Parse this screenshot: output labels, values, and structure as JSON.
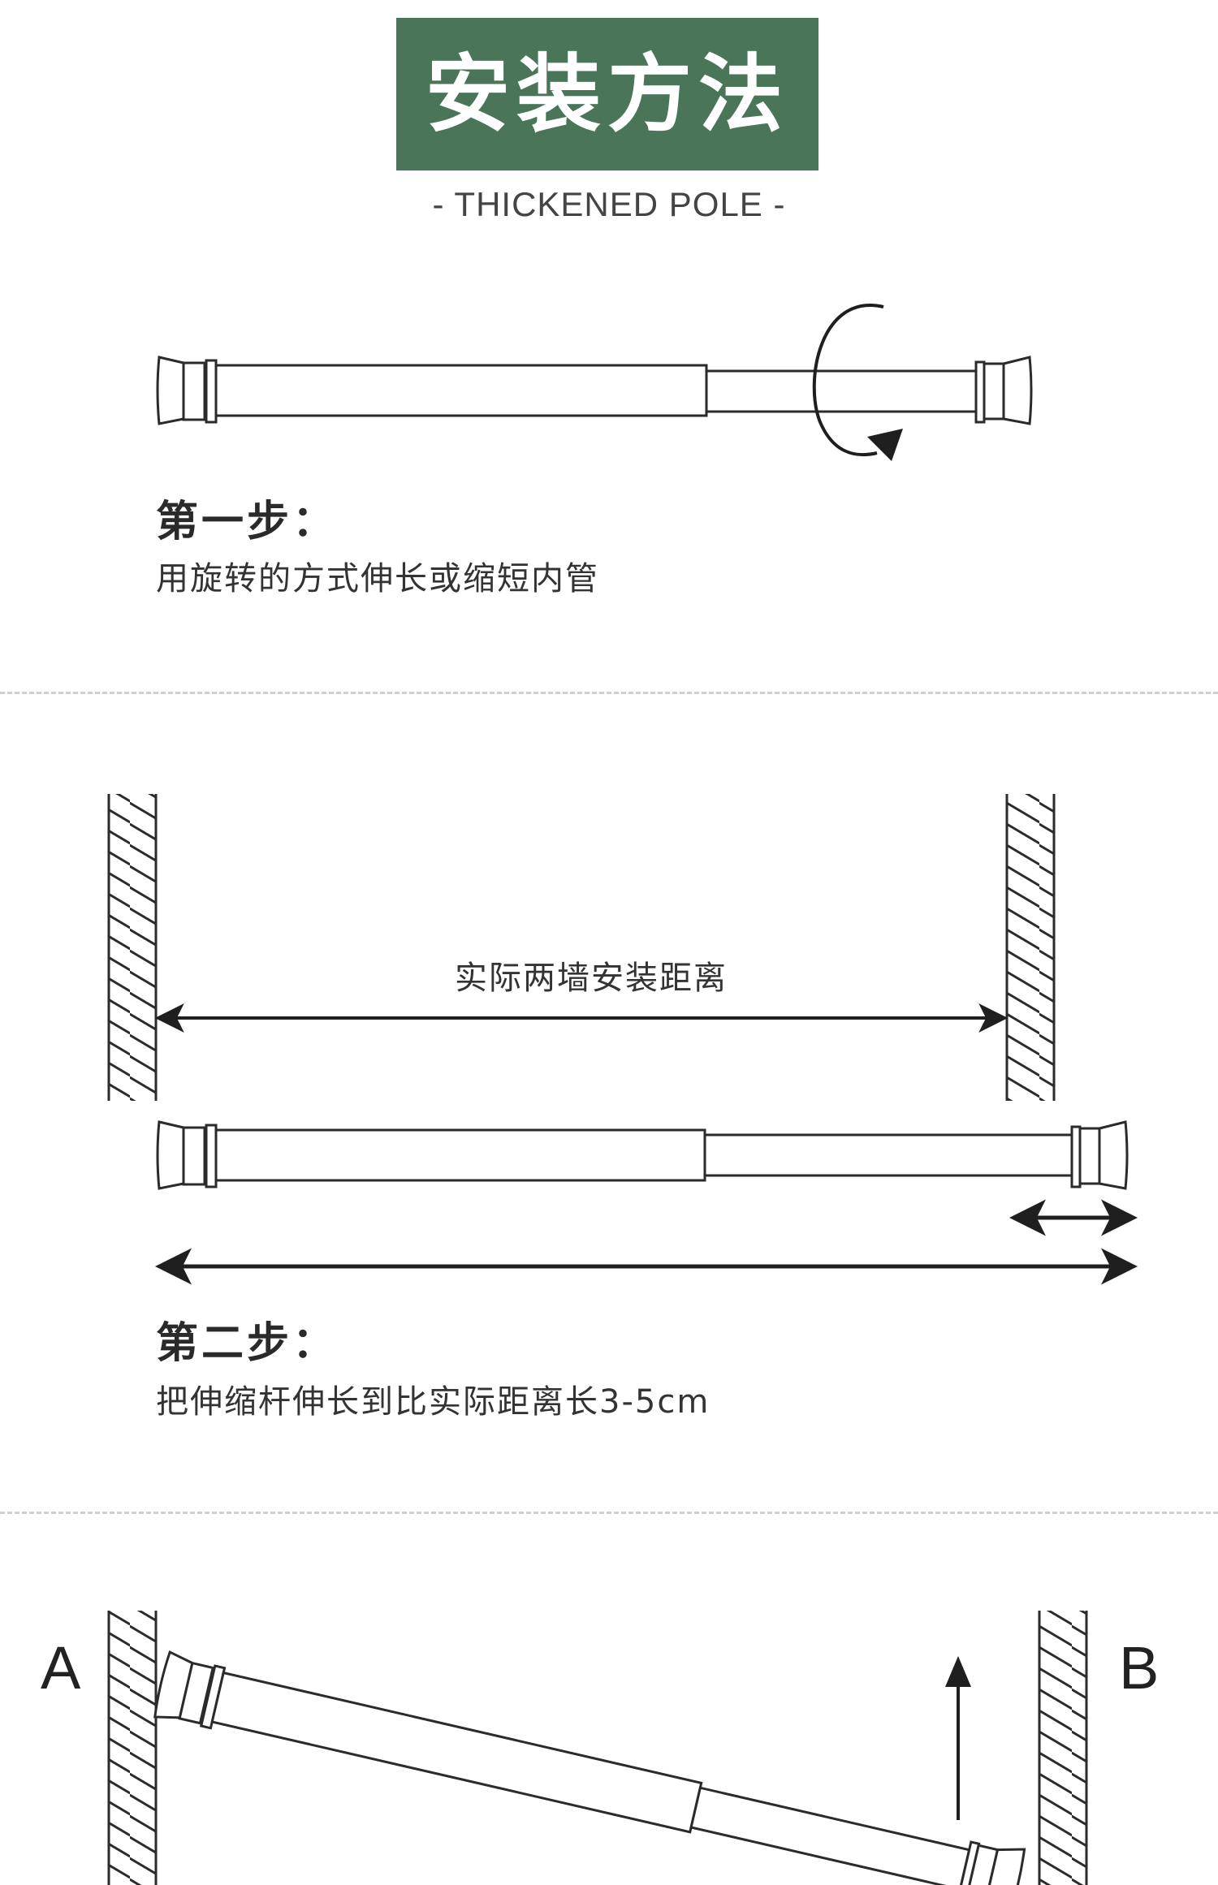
{
  "header": {
    "title": "安装方法",
    "subtitle": "- THICKENED POLE -"
  },
  "steps": [
    {
      "title": "第一步：",
      "desc": "用旋转的方式伸长或缩短内管"
    },
    {
      "title": "第二步：",
      "desc": "把伸缩杆伸长到比实际距离长3-5cm"
    }
  ],
  "step2_diagram": {
    "distance_label": "实际两墙安装距离"
  },
  "step3_diagram": {
    "wall_a_label": "A",
    "wall_b_label": "B"
  },
  "colors": {
    "banner_bg": "#4a7559",
    "line": "#2b2b2b",
    "divider": "#cfcfcf"
  },
  "icons": [
    "rotate-arrow-icon",
    "double-arrow-icon",
    "up-arrow-icon"
  ]
}
